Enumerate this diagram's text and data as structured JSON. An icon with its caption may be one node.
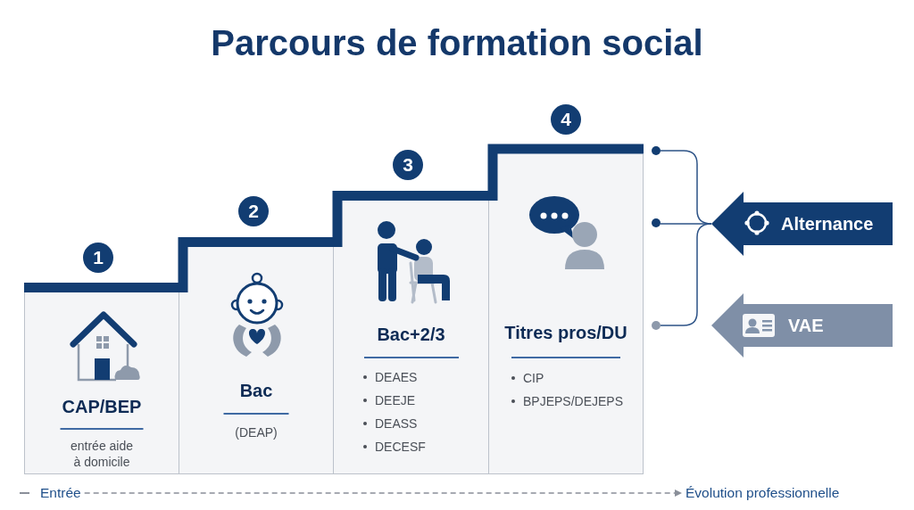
{
  "diagram": {
    "title": "Parcours de formation social",
    "nodes": [
      {
        "text": [
          "1"
        ]
      },
      {
        "text": [
          "CAP/BEP",
          "entrée aide à domicile"
        ]
      },
      {
        "text": [
          "2"
        ]
      },
      {
        "text": [
          "Bac",
          "(DEAP)"
        ]
      },
      {
        "text": [
          "3"
        ]
      },
      {
        "text": [
          "Bac+2/3",
          "DEAES",
          "DEEJE",
          "DEASS",
          "DECESF"
        ]
      },
      {
        "text": [
          "4"
        ]
      },
      {
        "text": [
          "Titres pros/DU",
          "CIP",
          "BPJEPS/DEJEPS"
        ]
      },
      {
        "text": [],
        "shape": "circle"
      },
      {
        "text": [],
        "shape": "circle"
      },
      {
        "text": [],
        "shape": "circle"
      },
      {
        "text": [
          "Alternance"
        ]
      },
      {
        "text": [
          "VAE"
        ]
      },
      {
        "text": [
          "Entrée"
        ]
      },
      {
        "text": [
          "Évolution professionnelle"
        ]
      }
    ],
    "edges": [
      {
        "from": 11,
        "to": 8,
        "arrow": "none"
      },
      {
        "from": 11,
        "to": 9,
        "arrow": "none"
      },
      {
        "from": 11,
        "to": 10,
        "arrow": "none"
      },
      {
        "from": 13,
        "to": 14,
        "arrow": "to",
        "style": "dashed",
        "color": "#8a8f99"
      }
    ]
  }
}
